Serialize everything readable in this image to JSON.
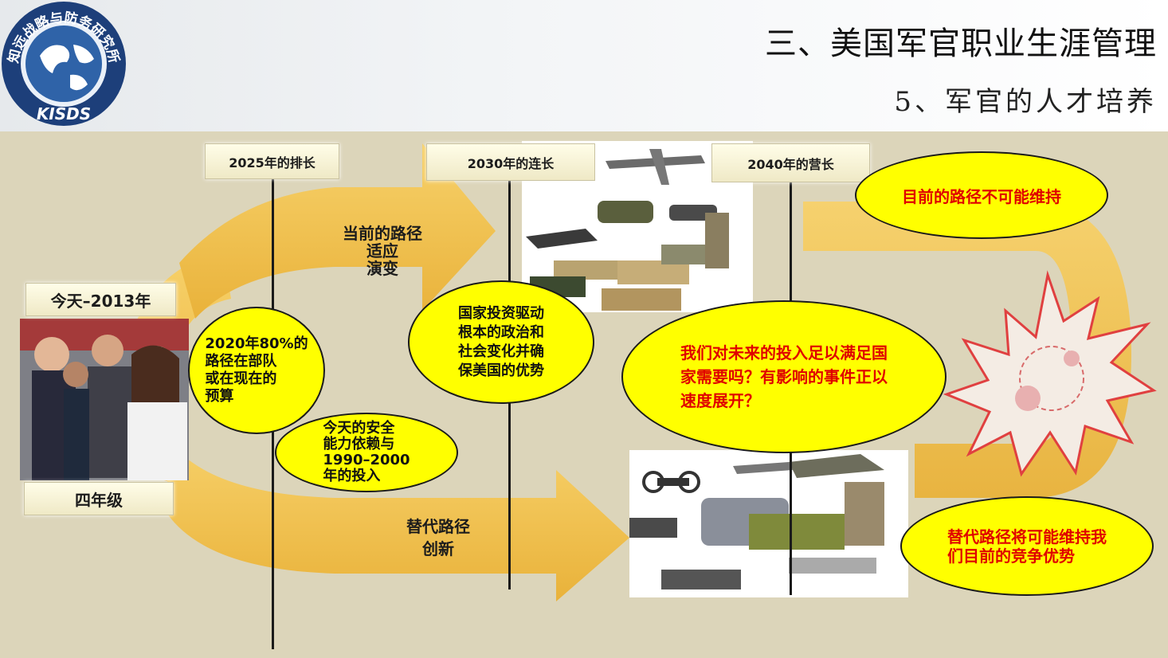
{
  "header": {
    "title": "三、美国军官职业生涯管理",
    "subtitle": "5、军官的人才培养",
    "logo": {
      "ring_text": "知远战略与防务研究所",
      "acronym": "KISDS"
    }
  },
  "timeline": {
    "today": "今天–2013年",
    "grade": "四年级",
    "m2025": "2025年的排长",
    "m2030": "2030年的连长",
    "m2040": "2040年的营长"
  },
  "arrows": {
    "current_path": [
      "当前的路径",
      "适应",
      "演变"
    ],
    "alt_path": [
      "替代路径",
      "创新"
    ]
  },
  "bubbles": {
    "b2020": [
      "2020年80%的",
      "路径在部队",
      "或在现在的",
      "预算"
    ],
    "security": [
      "今天的安全",
      "能力依赖与",
      "1990–2000",
      "年的投入"
    ],
    "invest": [
      "国家投资驱动",
      "根本的政治和",
      "社会变化并确",
      "保美国的优势"
    ],
    "question": [
      "我们对未来的投入足以满足国",
      "家需要吗？有影响的事件正以",
      "速度展开？"
    ],
    "unsustainable": [
      "目前的路径不可能维持"
    ],
    "sustain": [
      "替代路径将可能维持我",
      "们目前的竞争优势"
    ]
  },
  "colors": {
    "bubble": "#ffff00",
    "arrow": "#f2c044",
    "background": "#dcd5ba",
    "alert_text": "#e00000",
    "logo_blue": "#1d3f7a"
  }
}
